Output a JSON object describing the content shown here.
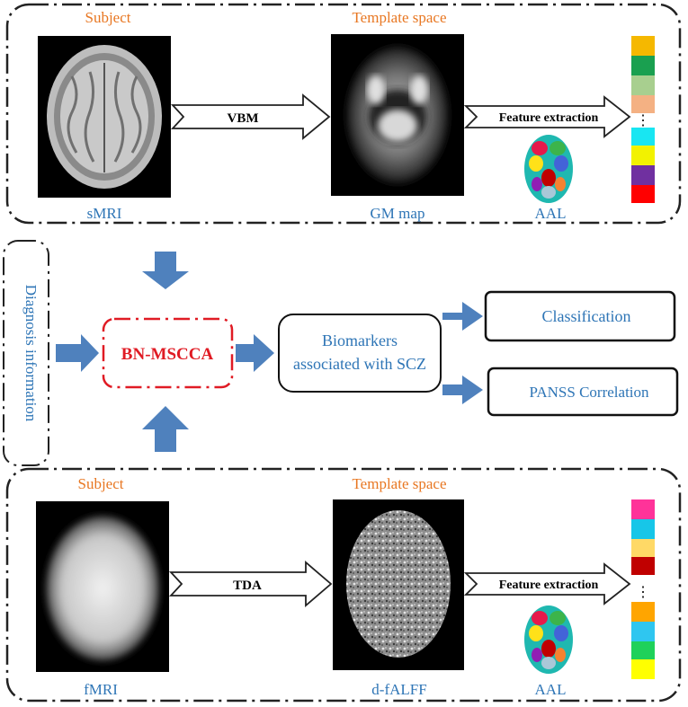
{
  "top_panel": {
    "subject_label": "Subject",
    "template_label": "Template space",
    "arrow1_label": "VBM",
    "arrow2_label": "Feature extraction",
    "image1_caption": "sMRI",
    "image2_caption": "GM map",
    "atlas_caption": "AAL",
    "ellipsis": "⋮",
    "feature_colors": [
      "#f5b800",
      "#1aa050",
      "#a8cf8f",
      "#f4b183",
      "#18e6f2",
      "#f2f200",
      "#7030a0",
      "#ff0000"
    ]
  },
  "middle": {
    "side_label": "Diagnosis information",
    "center_label": "BN-MSCCA",
    "biomarker_line1": "Biomarkers",
    "biomarker_line2": "associated with SCZ",
    "output1": "Classification",
    "output2": "PANSS Correlation",
    "colors": {
      "arrow": "#4f81bd",
      "text": "#2e75b6",
      "accent": "#e01b24",
      "orange": "#e87722"
    }
  },
  "bottom_panel": {
    "subject_label": "Subject",
    "template_label": "Template space",
    "arrow1_label": "TDA",
    "arrow2_label": "Feature extraction",
    "image1_caption": "fMRI",
    "image2_caption": "d-fALFF",
    "atlas_caption": "AAL",
    "ellipsis": "⋮",
    "feature_colors": [
      "#ff3399",
      "#17c6e8",
      "#ffd966",
      "#c00000",
      "#ffa500",
      "#2fc6f0",
      "#1fd15a",
      "#ffff00"
    ]
  }
}
